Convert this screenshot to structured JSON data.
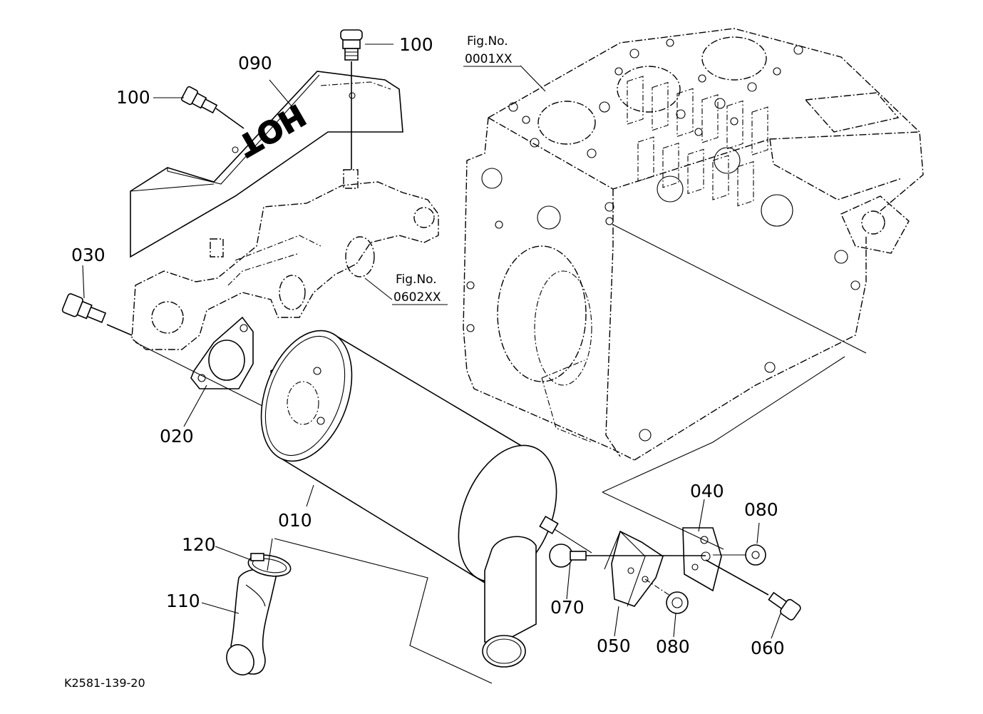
{
  "parts": {
    "p010": "010",
    "p020": "020",
    "p030": "030",
    "p040": "040",
    "p050": "050",
    "p060": "060",
    "p070": "070",
    "p080a": "080",
    "p080b": "080",
    "p090": "090",
    "p100a": "100",
    "p100b": "100",
    "p110": "110",
    "p120": "120"
  },
  "references": {
    "engine_label": "Fig.No.",
    "engine_code": "0001XX",
    "manifold_label": "Fig.No.",
    "manifold_code": "0602XX"
  },
  "heat_shield_marking": "HOT",
  "drawing_code": "K2581-139-20"
}
